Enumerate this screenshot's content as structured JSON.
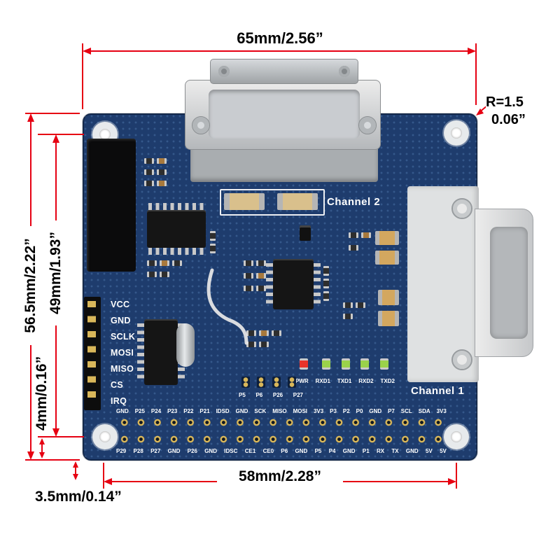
{
  "annotations": {
    "width_top": "65mm/2.56”",
    "height_left": "56.5mm/2.22”",
    "height_inner": "49mm/1.93”",
    "height_small": "4mm/0.16”",
    "width_bottom": "58mm/2.28”",
    "offset_bottom": "3.5mm/0.14”",
    "radius_line1": "R=1.5",
    "radius_line2": "0.06”"
  },
  "board": {
    "channel_1": "Channel 1",
    "channel_2": "Channel 2",
    "spi_header": [
      "VCC",
      "GND",
      "SCLK",
      "MOSI",
      "MISO",
      "CS",
      "IRQ"
    ],
    "leds": [
      "PWR",
      "RXD1",
      "TXD1",
      "RXD2",
      "TXD2"
    ],
    "jumpers": [
      "P5",
      "P6",
      "P26",
      "P27"
    ],
    "gpio_top": [
      "GND",
      "P25",
      "P24",
      "P23",
      "P22",
      "P21",
      "IDSD",
      "GND",
      "SCK",
      "MISO",
      "MOSI",
      "3V3",
      "P3",
      "P2",
      "P0",
      "GND",
      "P7",
      "SCL",
      "SDA",
      "3V3"
    ],
    "gpio_bottom": [
      "P29",
      "P28",
      "P27",
      "GND",
      "P26",
      "GND",
      "IDSC",
      "CE1",
      "CE0",
      "P6",
      "GND",
      "P5",
      "P4",
      "GND",
      "P1",
      "RX",
      "TX",
      "GND",
      "5V",
      "5V"
    ]
  },
  "colors": {
    "pcb": "#1e3c6d",
    "dimension": "#e60012",
    "silkscreen": "#ffffff",
    "led_power": "#e8332a",
    "led_signal": "#9ad24a"
  }
}
